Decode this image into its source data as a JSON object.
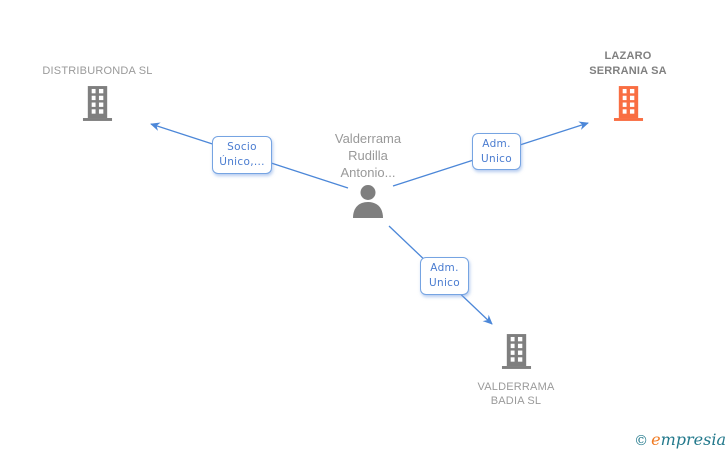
{
  "diagram": {
    "person": {
      "name_line1": "Valderrama",
      "name_line2": "Rudilla",
      "name_line3": "Antonio..."
    },
    "companies": {
      "distriburonda": {
        "name": "DISTRIBURONDA SL"
      },
      "lazaro": {
        "name_line1": "LAZARO",
        "name_line2": "SERRANIA SA"
      },
      "valderrama_badia": {
        "name_line1": "VALDERRAMA",
        "name_line2": "BADIA SL"
      }
    },
    "relations": {
      "socio_unico": {
        "line1": "Socio",
        "line2": "Único,..."
      },
      "adm_unico_top": {
        "line1": "Adm.",
        "line2": "Unico"
      },
      "adm_unico_bottom": {
        "line1": "Adm.",
        "line2": "Unico"
      }
    }
  },
  "footer": {
    "copyright_symbol": "©",
    "brand_first_letter": "e",
    "brand_rest": "mpresia"
  },
  "colors": {
    "edge_blue": "#4c87d8",
    "label_border_blue": "#76a4e2",
    "label_text_blue": "#4a7cd0",
    "building_gray": "#7f7f7f",
    "building_orange": "#f96e42",
    "company_text_gray": "#9a9a9a",
    "company_text_bold_gray": "#808080",
    "person_text_gray": "#999999",
    "logo_teal": "#23798c",
    "logo_orange": "#f07a22"
  }
}
